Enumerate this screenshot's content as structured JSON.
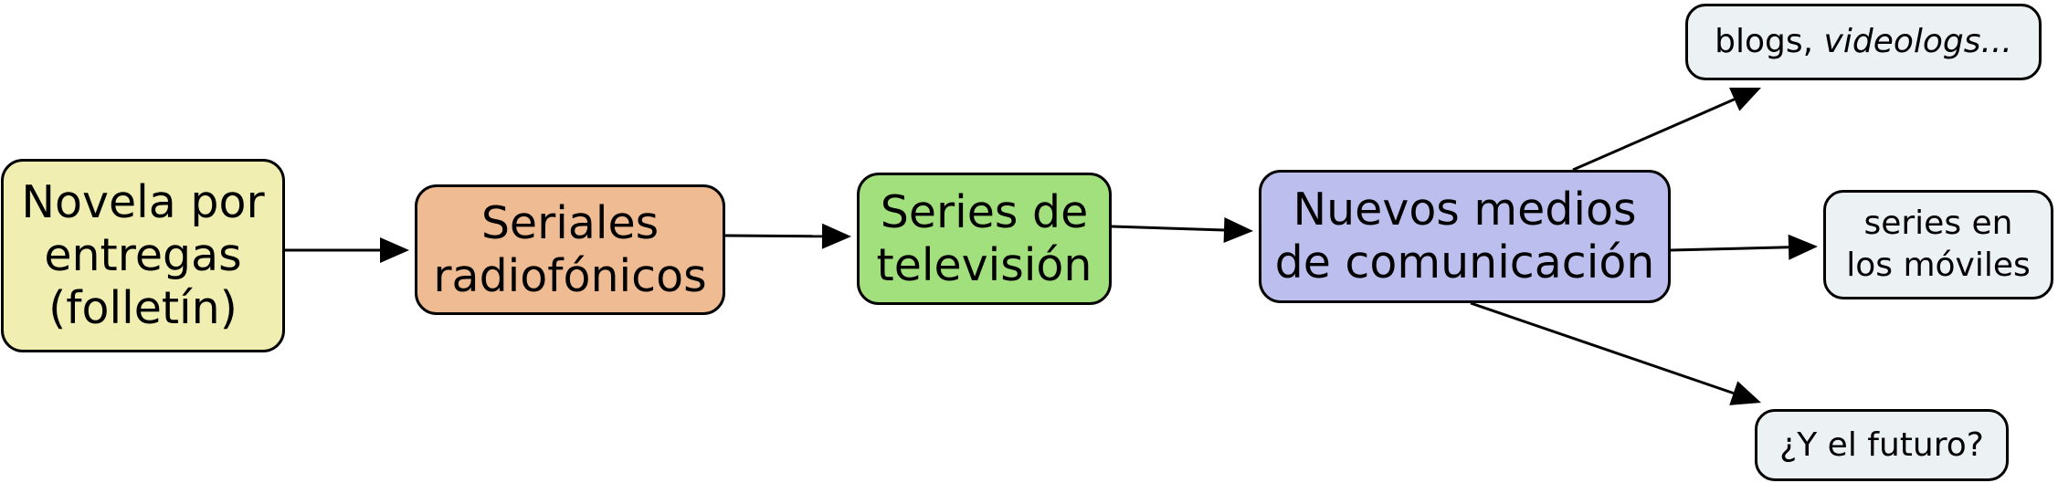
{
  "diagram": {
    "nodes": {
      "novela": {
        "label": "Novela por\nentregas\n(folletín)",
        "color": "#f0efb1"
      },
      "seriales": {
        "label": "Seriales\nradiofónicos",
        "color": "#efbb92"
      },
      "television": {
        "label": "Series de\ntelevisión",
        "color": "#a2e07e"
      },
      "nuevos": {
        "label": "Nuevos medios\nde comunicación",
        "color": "#bcbfee"
      },
      "blogs": {
        "label_plain": "blogs, ",
        "label_italic": "videologs...",
        "color": "#ecf2f4"
      },
      "moviles": {
        "label": "series en\nlos móviles",
        "color": "#ecf2f4"
      },
      "futuro": {
        "label": "¿Y el futuro?",
        "color": "#ecf2f4"
      }
    },
    "edges": [
      {
        "from": "novela",
        "to": "seriales"
      },
      {
        "from": "seriales",
        "to": "television"
      },
      {
        "from": "television",
        "to": "nuevos"
      },
      {
        "from": "nuevos",
        "to": "blogs"
      },
      {
        "from": "nuevos",
        "to": "moviles"
      },
      {
        "from": "nuevos",
        "to": "futuro"
      }
    ],
    "line_color": "#000000"
  }
}
